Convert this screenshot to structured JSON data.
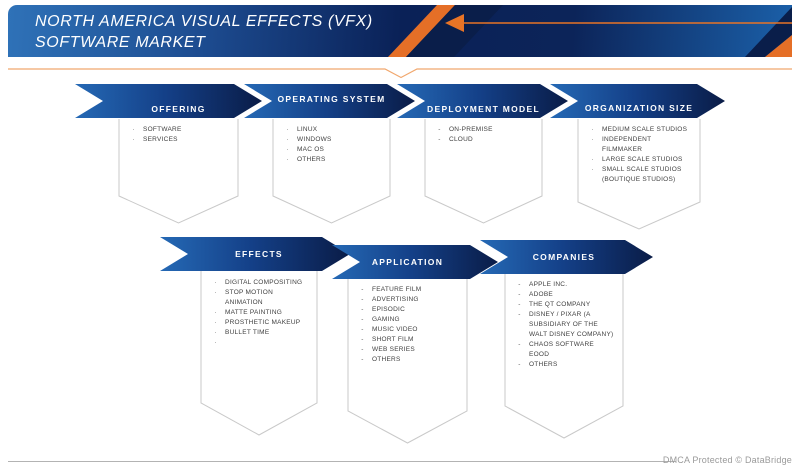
{
  "header": {
    "title_line1": "NORTH AMERICA VISUAL EFFECTS (VFX)",
    "title_line2": "SOFTWARE MARKET"
  },
  "sections": [
    {
      "id": "offering",
      "title": "OFFERING",
      "marker": "·",
      "items": [
        "SOFTWARE",
        "SERVICES"
      ]
    },
    {
      "id": "operating-system",
      "title": "OPERATING SYSTEM",
      "marker": "·",
      "items": [
        "LINUX",
        "WINDOWS",
        "MAC OS",
        "OTHERS"
      ]
    },
    {
      "id": "deployment-model",
      "title": "DEPLOYMENT MODEL",
      "marker": "-",
      "items": [
        "ON-PREMISE",
        "CLOUD"
      ]
    },
    {
      "id": "organization-size",
      "title": "ORGANIZATION SIZE",
      "marker": "·",
      "items": [
        "MEDIUM SCALE STUDIOS",
        "INDEPENDENT FILMMAKER",
        "LARGE SCALE STUDIOS",
        "SMALL SCALE STUDIOS (BOUTIQUE STUDIOS)"
      ]
    },
    {
      "id": "effects",
      "title": "EFFECTS",
      "marker": "·",
      "items": [
        "DIGITAL COMPOSITING",
        "STOP MOTION ANIMATION",
        "MATTE PAINTING",
        "PROSTHETIC MAKEUP",
        "BULLET TIME",
        ""
      ]
    },
    {
      "id": "application",
      "title": "APPLICATION",
      "marker": "-",
      "items": [
        "FEATURE FILM",
        "ADVERTISING",
        "EPISODIC",
        "GAMING",
        "MUSIC VIDEO",
        "SHORT FILM",
        "WEB SERIES",
        "OTHERS"
      ]
    },
    {
      "id": "companies",
      "title": "COMPANIES",
      "marker": "-",
      "items": [
        "APPLE INC.",
        "ADOBE",
        "THE QT COMPANY",
        "DISNEY / PIXAR (A SUBSIDIARY OF THE WALT DISNEY COMPANY)",
        "CHAOS SOFTWARE EOOD",
        "OTHERS"
      ]
    }
  ],
  "footer": {
    "text": "DMCA Protected © DataBridge"
  },
  "colors": {
    "header_blue": "#2F72B8",
    "header_navy": "#0A2157",
    "banner_gradient_start": "#2569B5",
    "banner_gradient_end": "#0A1C47",
    "accent_orange": "#E8701F",
    "underline_orange": "#F1A76D",
    "outline_gray": "#C9C9C9",
    "text_gray": "#3F3F3F",
    "footer_gray": "#9A9A9A"
  }
}
